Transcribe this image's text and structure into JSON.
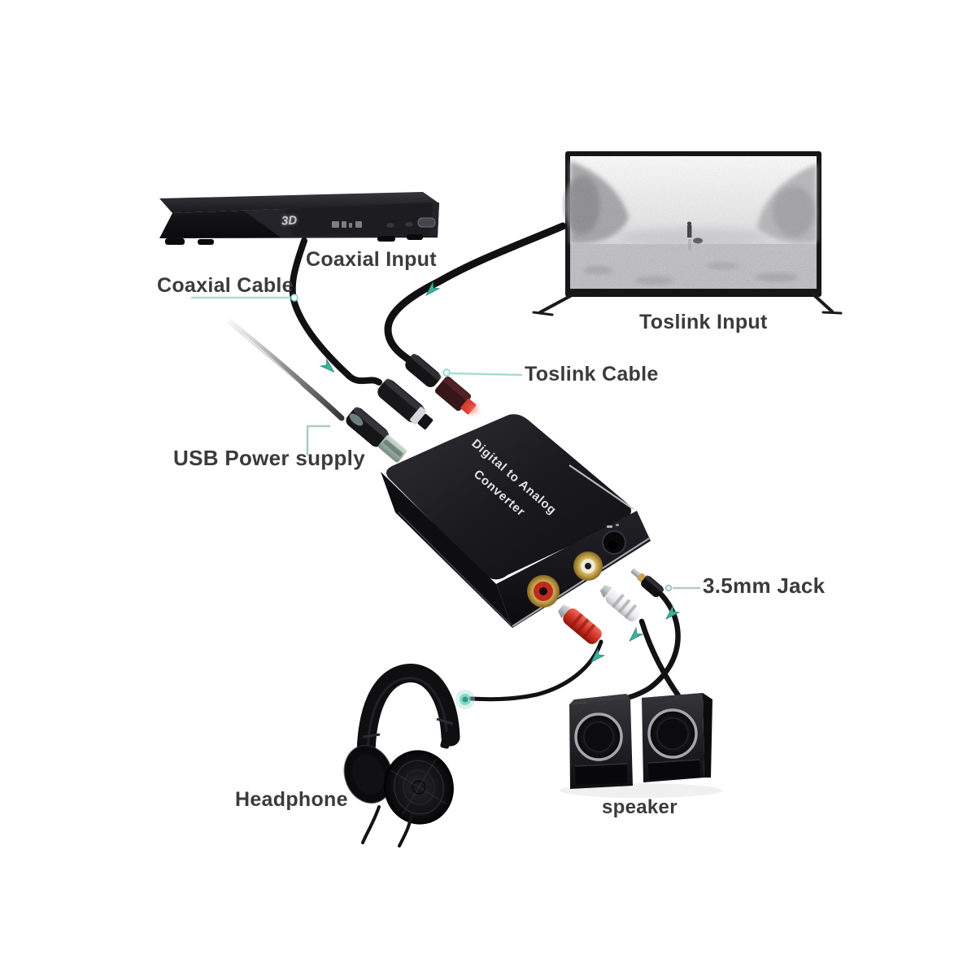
{
  "page": {
    "type": "product-connection-diagram",
    "background": "#ffffff"
  },
  "converter": {
    "title_line1": "Digital to Analog",
    "title_line2": "Converter"
  },
  "dvd_player": {
    "logo": "3D"
  },
  "callouts": {
    "coaxial_input": "Coaxial Input",
    "coaxial_cable": "Coaxial Cable",
    "toslink_input": "Toslink Input",
    "toslink_cable": "Toslink Cable",
    "usb_power_supply": "USB Power supply",
    "jack_3_5mm": "3.5mm Jack",
    "headphone": "Headphone",
    "speaker": "speaker"
  },
  "icons": {
    "flow_arrow": "flow-arrow-icon",
    "connection_dot": "connection-dot-icon"
  },
  "colors": {
    "accent_teal": "#3cb09a",
    "callout_line": "#aadcd2",
    "label_text": "#3b3b3d",
    "converter_body": "#1a1a1e",
    "rca_red": "#c22a20",
    "rca_gold": "#c9a649",
    "toslink_red": "#d63c30"
  }
}
